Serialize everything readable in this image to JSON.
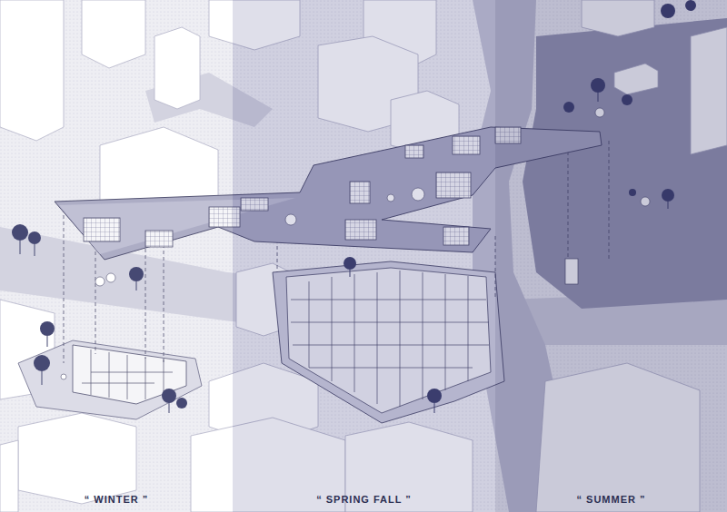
{
  "diagram": {
    "nodes": [
      {
        "text": [
          "“ WINTER ”"
        ]
      },
      {
        "text": [
          "“ SPRING FALL ”"
        ]
      },
      {
        "text": [
          "“ SUMMER ”"
        ]
      }
    ]
  }
}
